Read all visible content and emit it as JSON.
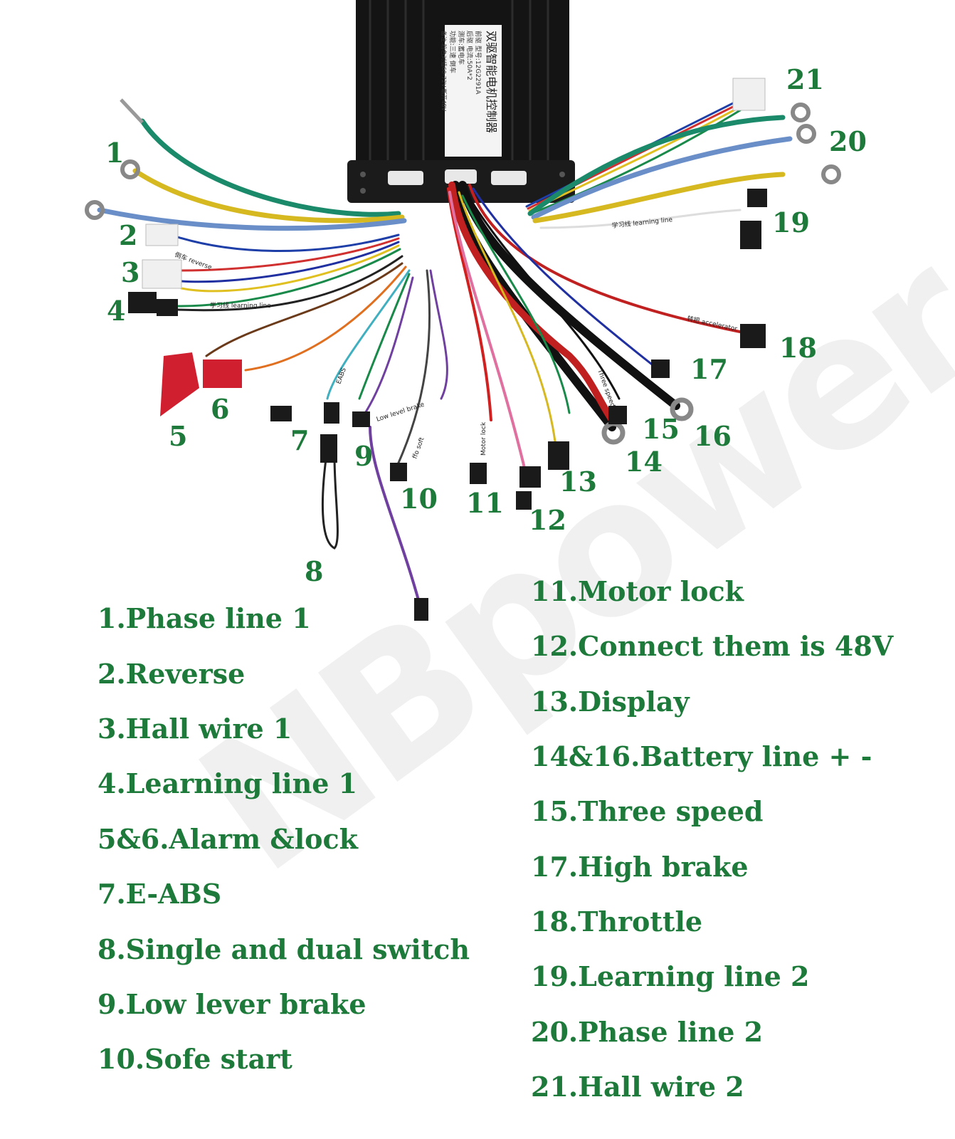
{
  "controller_label": {
    "title": "双驱智能电机控制器",
    "lines": [
      "前驱 型号:12G2291A",
      "后驱 电流:50A*2",
      "测车:蓄电车",
      "功能:三速 倒车",
      "备注:粉色对插60-72V:断开48V"
    ]
  },
  "wire_tags": {
    "reverse": "倒车 reverse",
    "learning1": "学习线 learning line",
    "eabs": "EABS",
    "low_brake": "Low level brake",
    "soft_start": "ffo soft",
    "motor_lock": "Motor lock",
    "three_speed": "Three speed",
    "accelerator": "转把 accelerator",
    "learning2": "学习线 learning line"
  },
  "numbers": [
    "1",
    "2",
    "3",
    "4",
    "5",
    "6",
    "7",
    "8",
    "9",
    "10",
    "11",
    "12",
    "13",
    "14",
    "15",
    "16",
    "17",
    "18",
    "19",
    "20",
    "21"
  ],
  "legend_left": [
    "1.Phase line 1",
    "2.Reverse",
    "3.Hall wire 1",
    "4.Learning line 1",
    "5&6.Alarm &lock",
    "7.E-ABS",
    "8.Single and dual switch",
    "9.Low lever brake",
    "10.Sofe start"
  ],
  "legend_right": [
    "11.Motor lock",
    "12.Connect them is 48V",
    "13.Display",
    "14&16.Battery line + -",
    "15.Three speed",
    "17.High brake",
    "18.Throttle",
    "19.Learning line 2",
    "20.Phase line 2",
    "21.Hall wire 2"
  ],
  "watermark": "NBpower",
  "colors": {
    "label_green": "#1d7a3a"
  }
}
